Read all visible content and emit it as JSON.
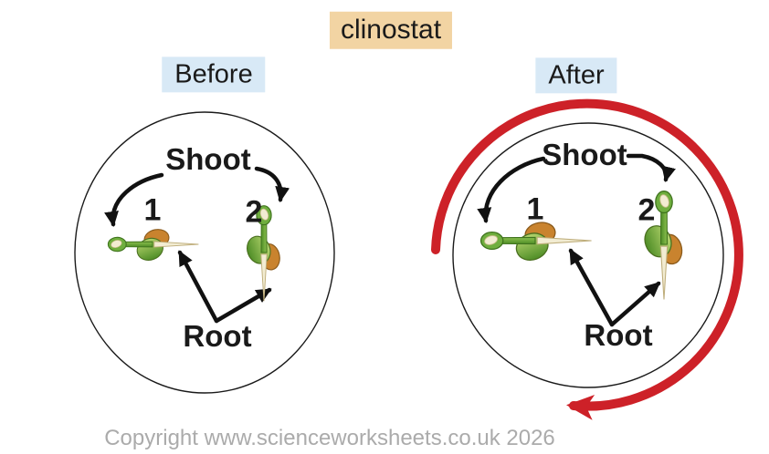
{
  "title": "clinostat",
  "before": {
    "heading": "Before",
    "shoot_label": "Shoot",
    "root_label": "Root",
    "seedling_1": "1",
    "seedling_2": "2"
  },
  "after": {
    "heading": "After",
    "shoot_label": "Shoot",
    "root_label": "Root",
    "seedling_1": "1",
    "seedling_2": "2",
    "rotation_direction": "clockwise"
  },
  "footer": {
    "copyright": "Copyright www.scienceworksheets.co.uk 2026"
  },
  "colors": {
    "title_bg": "#f2d4a3",
    "heading_bg": "#d8e9f6",
    "text": "#1a1a1a",
    "rotation_arrow_red": "#cd2128",
    "copyright_gray": "#ababab",
    "shoot_green": "#6fae3e",
    "seed_orange": "#c9832e",
    "root_cream": "#f2ecd2"
  }
}
